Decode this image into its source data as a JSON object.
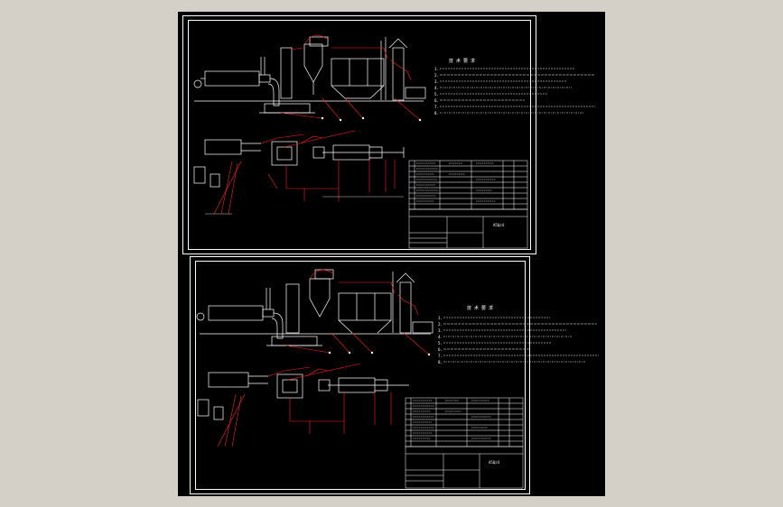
{
  "colors": {
    "background": "#d4d0c8",
    "canvas": "#000000",
    "linework": "#ffffff",
    "leaders": "#ff2020",
    "accent": "#ffd24a"
  },
  "drawing_top": {
    "notes_title": "技 术 要 求",
    "notes": [
      "1.",
      "2.",
      "3.",
      "4.",
      "5.",
      "6.",
      "7.",
      "8."
    ],
    "title_block_code": "A5ЦΞ4"
  },
  "drawing_bottom": {
    "notes_title": "技 术 要 求",
    "notes": [
      "1.",
      "2.",
      "3.",
      "4.",
      "5.",
      "6.",
      "7.",
      "8."
    ],
    "title_block_code": "A5ЦΞ4"
  }
}
